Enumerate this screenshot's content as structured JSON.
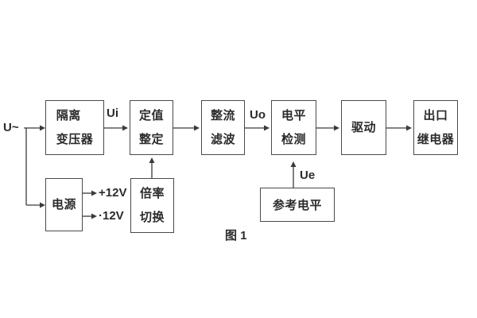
{
  "figure": {
    "caption": "图 1",
    "input_label": "U~",
    "signals": {
      "ui": "Ui",
      "uo": "Uo",
      "ue": "Ue"
    },
    "power_rails": {
      "positive": "+12V",
      "negative": "·12V"
    },
    "blocks": {
      "isolation_transformer": {
        "line1": "隔离",
        "line2": "变压器"
      },
      "value_setting": {
        "line1": "定值",
        "line2": "整定"
      },
      "rectifier_filter": {
        "line1": "整流",
        "line2": "滤波"
      },
      "level_detection": {
        "line1": "电平",
        "line2": "检测"
      },
      "driver": {
        "label": "驱动"
      },
      "output_relay": {
        "line1": "出口",
        "line2": "继电器"
      },
      "power_supply": {
        "label": "电源"
      },
      "ratio_switching": {
        "line1": "倍率",
        "line2": "切换"
      },
      "reference_level": {
        "label": "参考电平"
      }
    },
    "colors": {
      "ink": "#2b2b2b",
      "box_border": "#4a4a4a",
      "background": "#ffffff"
    }
  }
}
